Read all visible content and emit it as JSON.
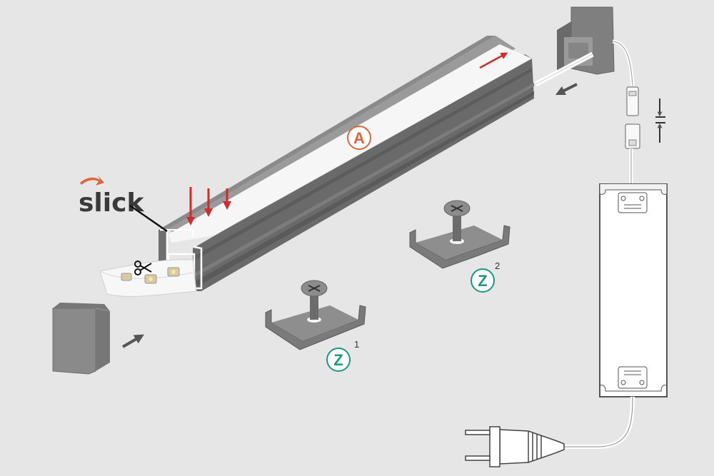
{
  "brand": {
    "text": "slick",
    "accent_color": "#e0643a",
    "text_color": "#3a3a3a"
  },
  "labels": {
    "profile": "A",
    "mount_clip_1": "Z",
    "mount_clip_1_index": "1",
    "mount_clip_2": "Z",
    "mount_clip_2_index": "2"
  },
  "colors": {
    "background": "#e6e6e6",
    "profile_light": "#8c8c8c",
    "profile_mid": "#6f6f6f",
    "profile_dark": "#505050",
    "diffuser": "#f7f7f7",
    "arrow_red": "#d42a2a",
    "arrow_gray": "#555555",
    "profile_label_color": "#e0643a",
    "clip_label_color": "#1a9a7a"
  },
  "icons": [
    "scissors-icon",
    "insert-arrow-icon",
    "press-arrow-icon",
    "slide-arrow-icon",
    "connect-arrow-icon",
    "power-plug-icon",
    "screw-icon"
  ]
}
